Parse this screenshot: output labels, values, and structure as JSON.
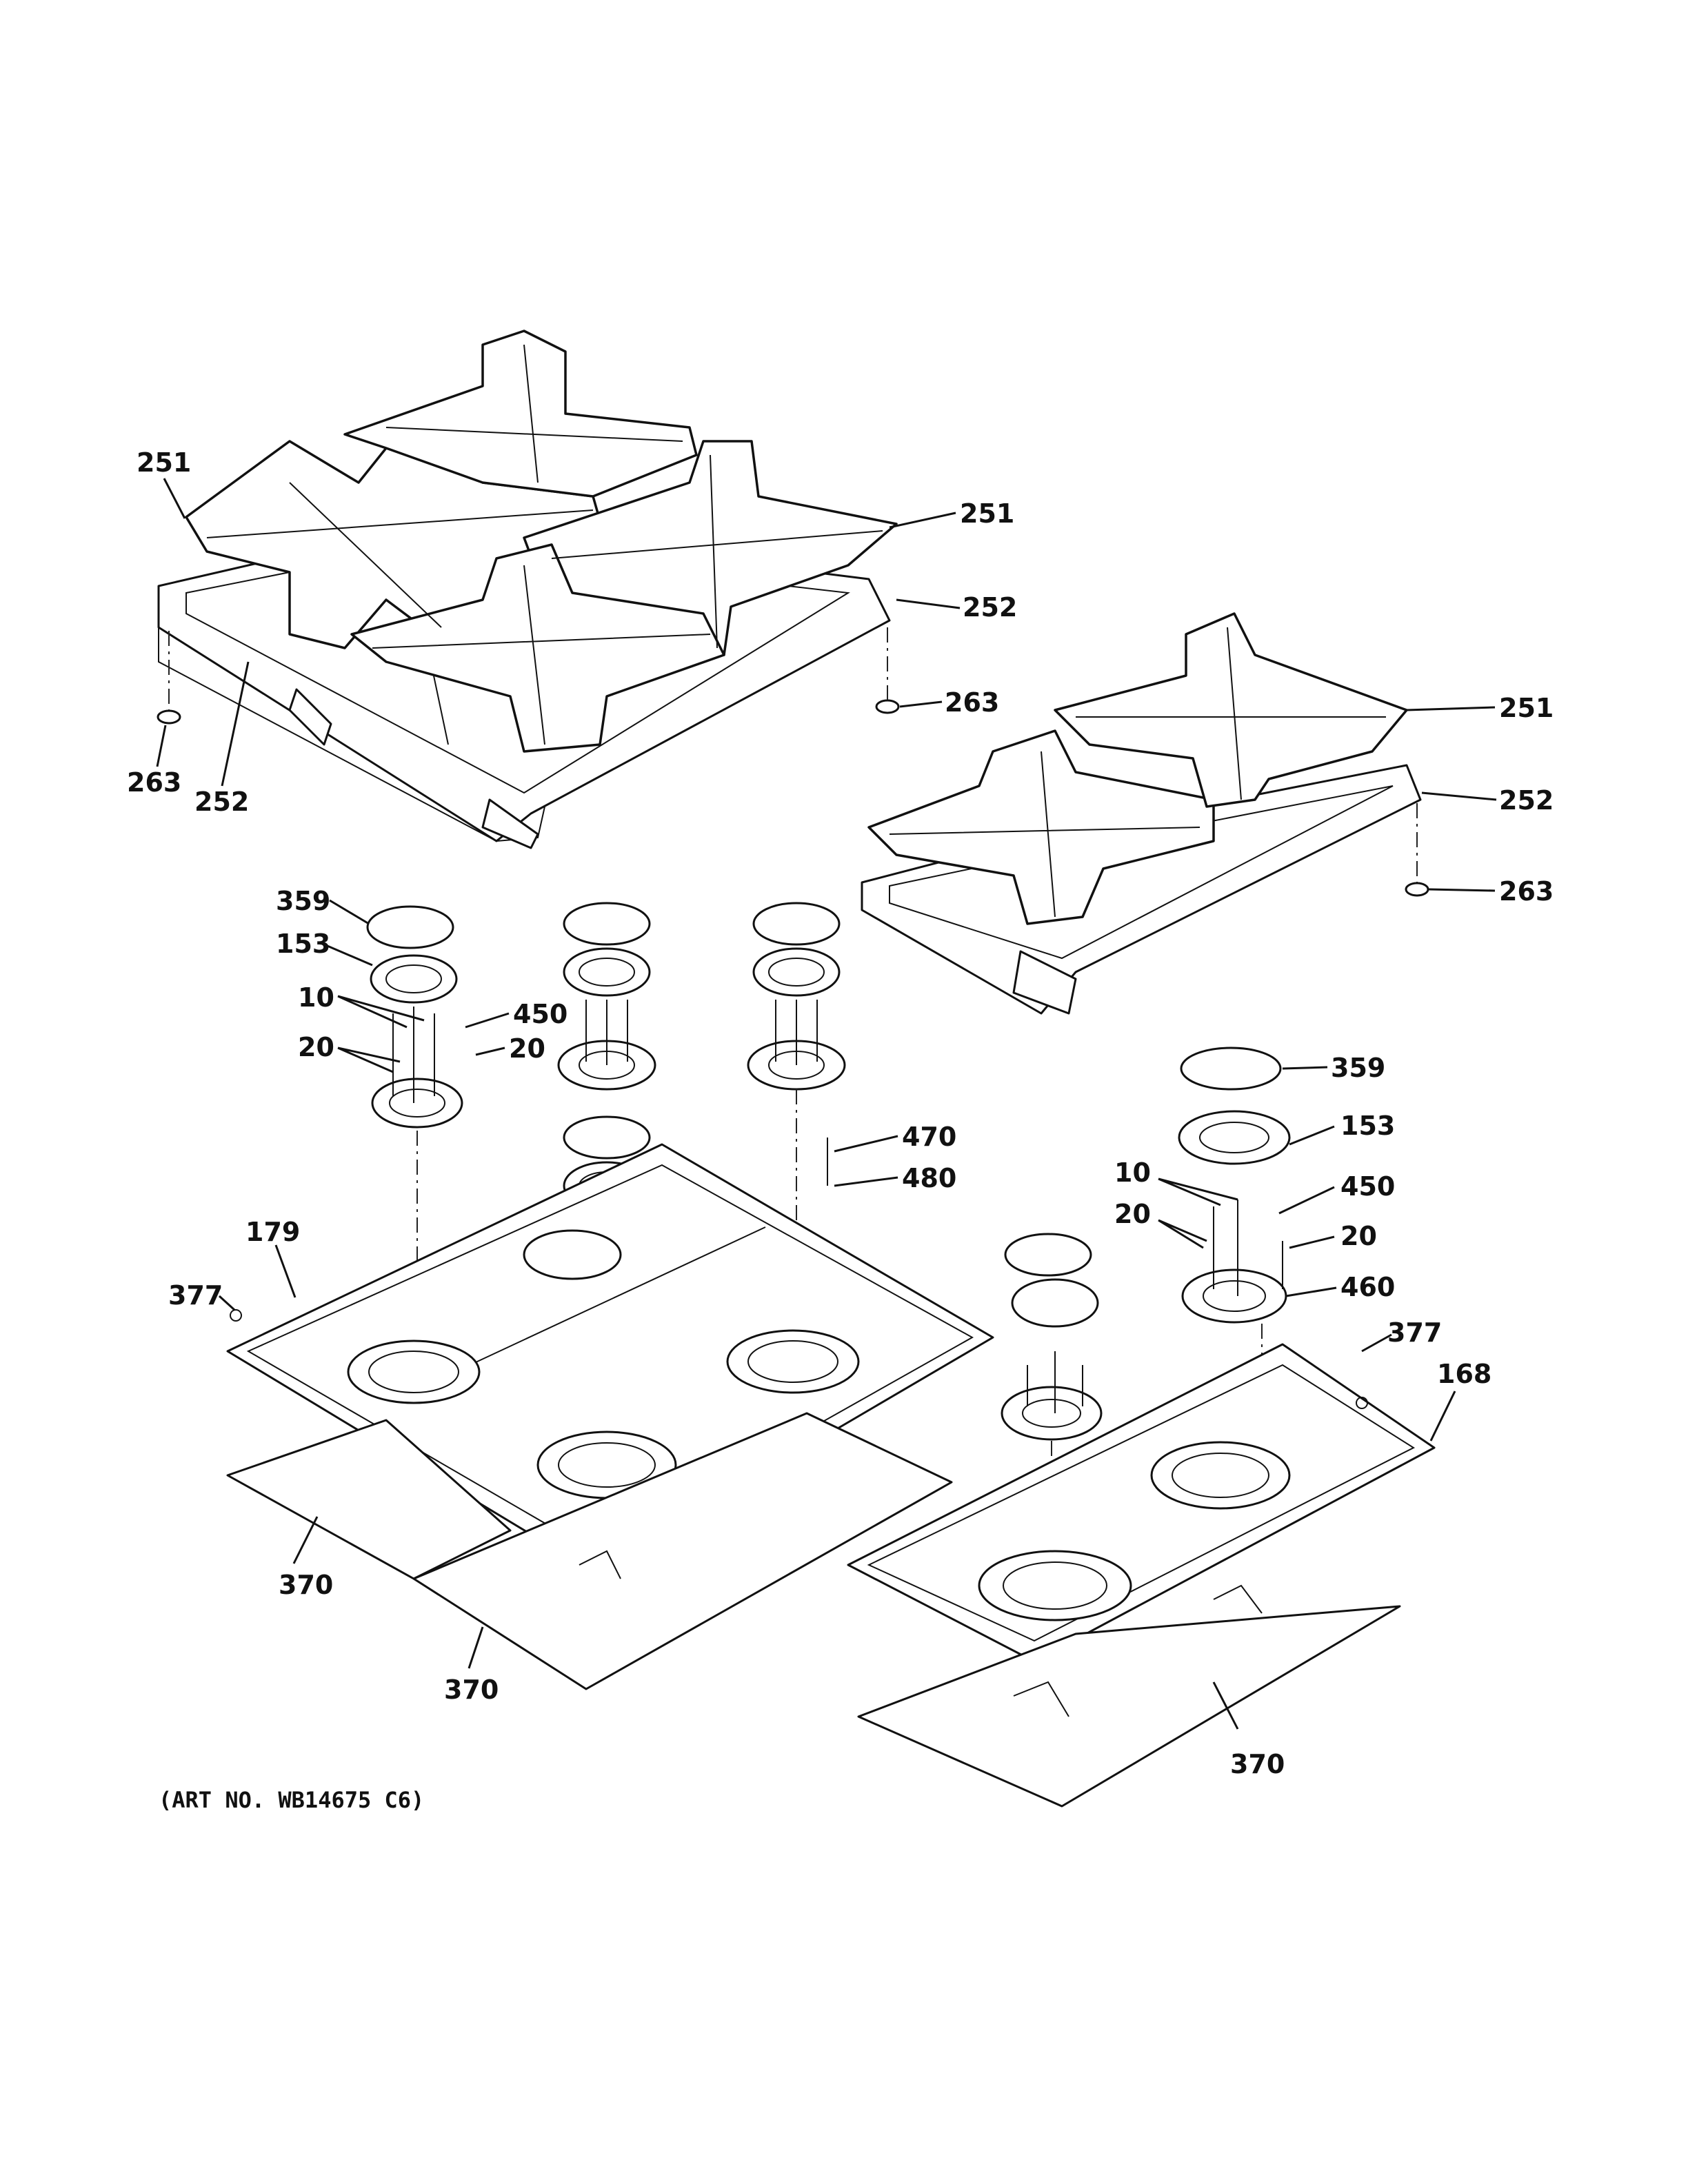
{
  "art_number": "(ART NO. WB14675 C6)",
  "callouts": [
    {
      "text": "251"
    },
    {
      "text": "251"
    },
    {
      "text": "252"
    },
    {
      "text": "263"
    },
    {
      "text": "263"
    },
    {
      "text": "252"
    },
    {
      "text": "251"
    },
    {
      "text": "252"
    },
    {
      "text": "263"
    },
    {
      "text": "359"
    },
    {
      "text": "153"
    },
    {
      "text": "10"
    },
    {
      "text": "450"
    },
    {
      "text": "20"
    },
    {
      "text": "20"
    },
    {
      "text": "470"
    },
    {
      "text": "480"
    },
    {
      "text": "179"
    },
    {
      "text": "377"
    },
    {
      "text": "359"
    },
    {
      "text": "153"
    },
    {
      "text": "10"
    },
    {
      "text": "450"
    },
    {
      "text": "20"
    },
    {
      "text": "20"
    },
    {
      "text": "460"
    },
    {
      "text": "377"
    },
    {
      "text": "168"
    },
    {
      "text": "370"
    },
    {
      "text": "370"
    },
    {
      "text": "370"
    }
  ]
}
